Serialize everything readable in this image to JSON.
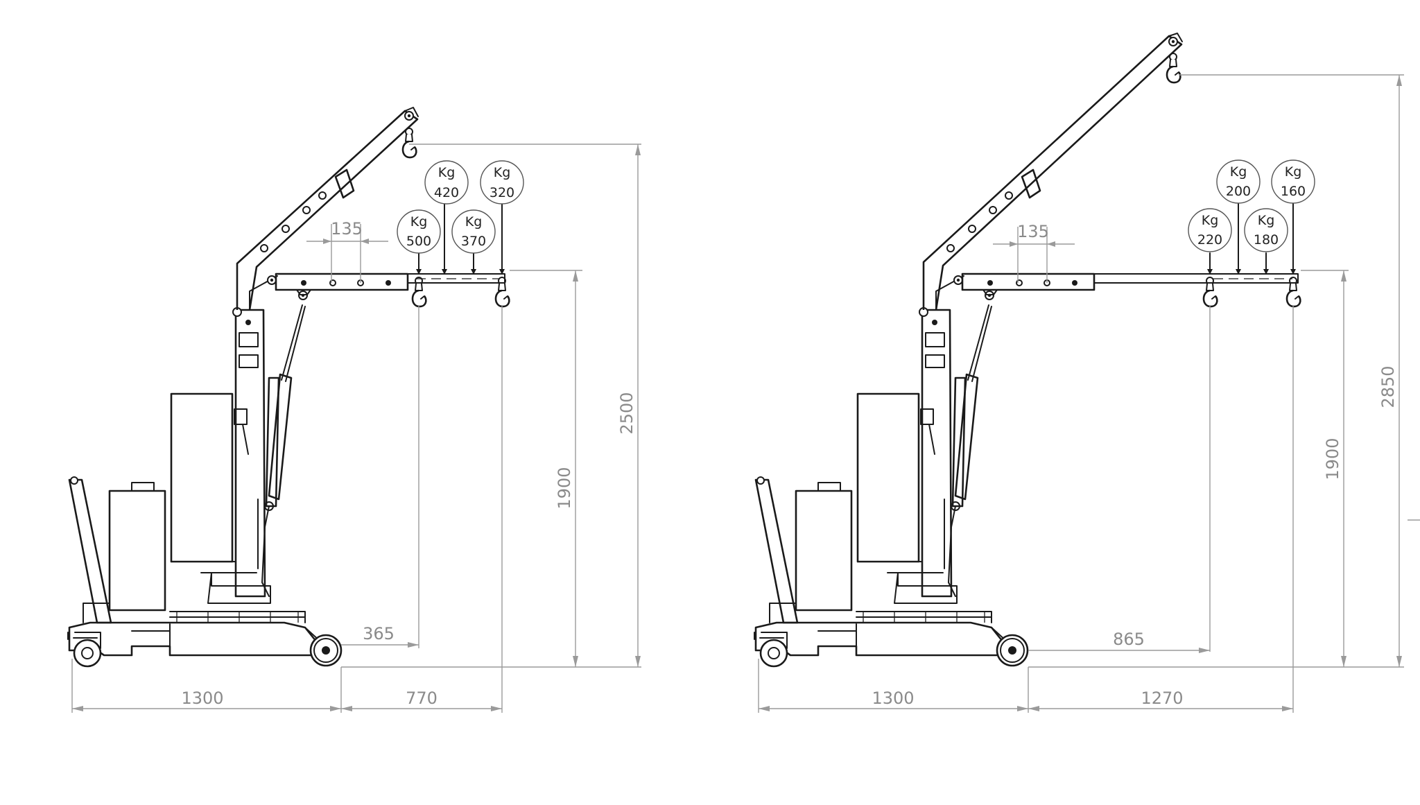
{
  "figures": [
    {
      "id": "short-boom",
      "dimensions": {
        "base_length": "1300",
        "reach_outer": "770",
        "reach_inner": "365",
        "hook_spacing": "135",
        "beam_height": "1900",
        "max_height": "2500"
      },
      "capacities": [
        {
          "unit": "Kg",
          "value": "500"
        },
        {
          "unit": "Kg",
          "value": "420"
        },
        {
          "unit": "Kg",
          "value": "370"
        },
        {
          "unit": "Kg",
          "value": "320"
        }
      ]
    },
    {
      "id": "long-boom",
      "dimensions": {
        "base_length": "1300",
        "reach_outer": "1270",
        "reach_inner": "865",
        "hook_spacing": "135",
        "beam_height": "1900",
        "max_height": "2850"
      },
      "capacities": [
        {
          "unit": "Kg",
          "value": "220"
        },
        {
          "unit": "Kg",
          "value": "200"
        },
        {
          "unit": "Kg",
          "value": "180"
        },
        {
          "unit": "Kg",
          "value": "160"
        }
      ]
    }
  ],
  "colors": {
    "line": "#1a1a1a",
    "dimension": "#9a9a9a",
    "background": "#ffffff"
  }
}
